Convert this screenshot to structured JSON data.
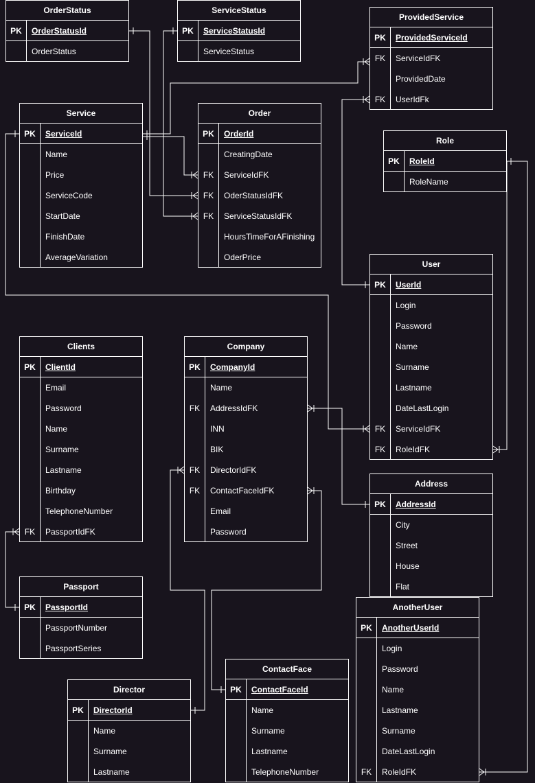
{
  "colors": {
    "background": "#18141d",
    "line": "#ffffff",
    "text": "#ffffff"
  },
  "tables": {
    "order_status": {
      "title": "OrderStatus",
      "rows": [
        {
          "key": "PK",
          "field": "OrderStatusId"
        },
        {
          "key": "",
          "field": "OrderStatus"
        }
      ]
    },
    "service_status": {
      "title": "ServiceStatus",
      "rows": [
        {
          "key": "PK",
          "field": "ServiceStatusId"
        },
        {
          "key": "",
          "field": "ServiceStatus"
        }
      ]
    },
    "provided_service": {
      "title": "ProvidedService",
      "rows": [
        {
          "key": "PK",
          "field": "ProvidedServiceId"
        },
        {
          "key": "FK",
          "field": "ServiceIdFK"
        },
        {
          "key": "",
          "field": "ProvidedDate"
        },
        {
          "key": "FK",
          "field": "UserIdFk"
        }
      ]
    },
    "service": {
      "title": "Service",
      "rows": [
        {
          "key": "PK",
          "field": "ServiceId"
        },
        {
          "key": "",
          "field": "Name"
        },
        {
          "key": "",
          "field": "Price"
        },
        {
          "key": "",
          "field": "ServiceCode"
        },
        {
          "key": "",
          "field": "StartDate"
        },
        {
          "key": "",
          "field": "FinishDate"
        },
        {
          "key": "",
          "field": "AverageVariation"
        }
      ]
    },
    "order": {
      "title": "Order",
      "rows": [
        {
          "key": "PK",
          "field": "OrderId"
        },
        {
          "key": "",
          "field": "CreatingDate"
        },
        {
          "key": "FK",
          "field": "ServiceIdFK"
        },
        {
          "key": "FK",
          "field": "OderStatusIdFK"
        },
        {
          "key": "FK",
          "field": "ServiceStatusIdFK"
        },
        {
          "key": "",
          "field": "HoursTimeForAFinishing"
        },
        {
          "key": "",
          "field": "OderPrice"
        }
      ]
    },
    "role": {
      "title": "Role",
      "rows": [
        {
          "key": "PK",
          "field": "RoleId"
        },
        {
          "key": "",
          "field": "RoleName"
        }
      ]
    },
    "user": {
      "title": "User",
      "rows": [
        {
          "key": "PK",
          "field": "UserId"
        },
        {
          "key": "",
          "field": "Login"
        },
        {
          "key": "",
          "field": "Password"
        },
        {
          "key": "",
          "field": "Name"
        },
        {
          "key": "",
          "field": "Surname"
        },
        {
          "key": "",
          "field": "Lastname"
        },
        {
          "key": "",
          "field": "DateLastLogin"
        },
        {
          "key": "FK",
          "field": "ServiceIdFK"
        },
        {
          "key": "FK",
          "field": "RoleIdFK"
        }
      ]
    },
    "clients": {
      "title": "Clients",
      "rows": [
        {
          "key": "PK",
          "field": "ClientId"
        },
        {
          "key": "",
          "field": "Email"
        },
        {
          "key": "",
          "field": "Password"
        },
        {
          "key": "",
          "field": "Name"
        },
        {
          "key": "",
          "field": "Surname"
        },
        {
          "key": "",
          "field": "Lastname"
        },
        {
          "key": "",
          "field": "Birthday"
        },
        {
          "key": "",
          "field": "TelephoneNumber"
        },
        {
          "key": "FK",
          "field": "PassportIdFK"
        }
      ]
    },
    "company": {
      "title": "Company",
      "rows": [
        {
          "key": "PK",
          "field": "CompanyId"
        },
        {
          "key": "",
          "field": "Name"
        },
        {
          "key": "FK",
          "field": "AddressIdFK"
        },
        {
          "key": "",
          "field": "INN"
        },
        {
          "key": "",
          "field": "BIK"
        },
        {
          "key": "FK",
          "field": "DirectorIdFK"
        },
        {
          "key": "FK",
          "field": "ContactFaceIdFK"
        },
        {
          "key": "",
          "field": "Email"
        },
        {
          "key": "",
          "field": "Password"
        }
      ]
    },
    "address": {
      "title": "Address",
      "rows": [
        {
          "key": "PK",
          "field": "AddressId"
        },
        {
          "key": "",
          "field": "City"
        },
        {
          "key": "",
          "field": "Street"
        },
        {
          "key": "",
          "field": "House"
        },
        {
          "key": "",
          "field": "Flat"
        }
      ]
    },
    "passport": {
      "title": "Passport",
      "rows": [
        {
          "key": "PK",
          "field": "PassportId"
        },
        {
          "key": "",
          "field": "PassportNumber"
        },
        {
          "key": "",
          "field": "PassportSeries"
        }
      ]
    },
    "another_user": {
      "title": "AnotherUser",
      "rows": [
        {
          "key": "PK",
          "field": "AnotherUserId"
        },
        {
          "key": "",
          "field": "Login"
        },
        {
          "key": "",
          "field": "Password"
        },
        {
          "key": "",
          "field": "Name"
        },
        {
          "key": "",
          "field": "Lastname"
        },
        {
          "key": "",
          "field": "Surname"
        },
        {
          "key": "",
          "field": "DateLastLogin"
        },
        {
          "key": "FK",
          "field": "RoleIdFK"
        }
      ]
    },
    "contact_face": {
      "title": "ContactFace",
      "rows": [
        {
          "key": "PK",
          "field": "ContactFaceId"
        },
        {
          "key": "",
          "field": "Name"
        },
        {
          "key": "",
          "field": "Surname"
        },
        {
          "key": "",
          "field": "Lastname"
        },
        {
          "key": "",
          "field": "TelephoneNumber"
        }
      ]
    },
    "director": {
      "title": "Director",
      "rows": [
        {
          "key": "PK",
          "field": "DirectorId"
        },
        {
          "key": "",
          "field": "Name"
        },
        {
          "key": "",
          "field": "Surname"
        },
        {
          "key": "",
          "field": "Lastname"
        }
      ]
    }
  }
}
